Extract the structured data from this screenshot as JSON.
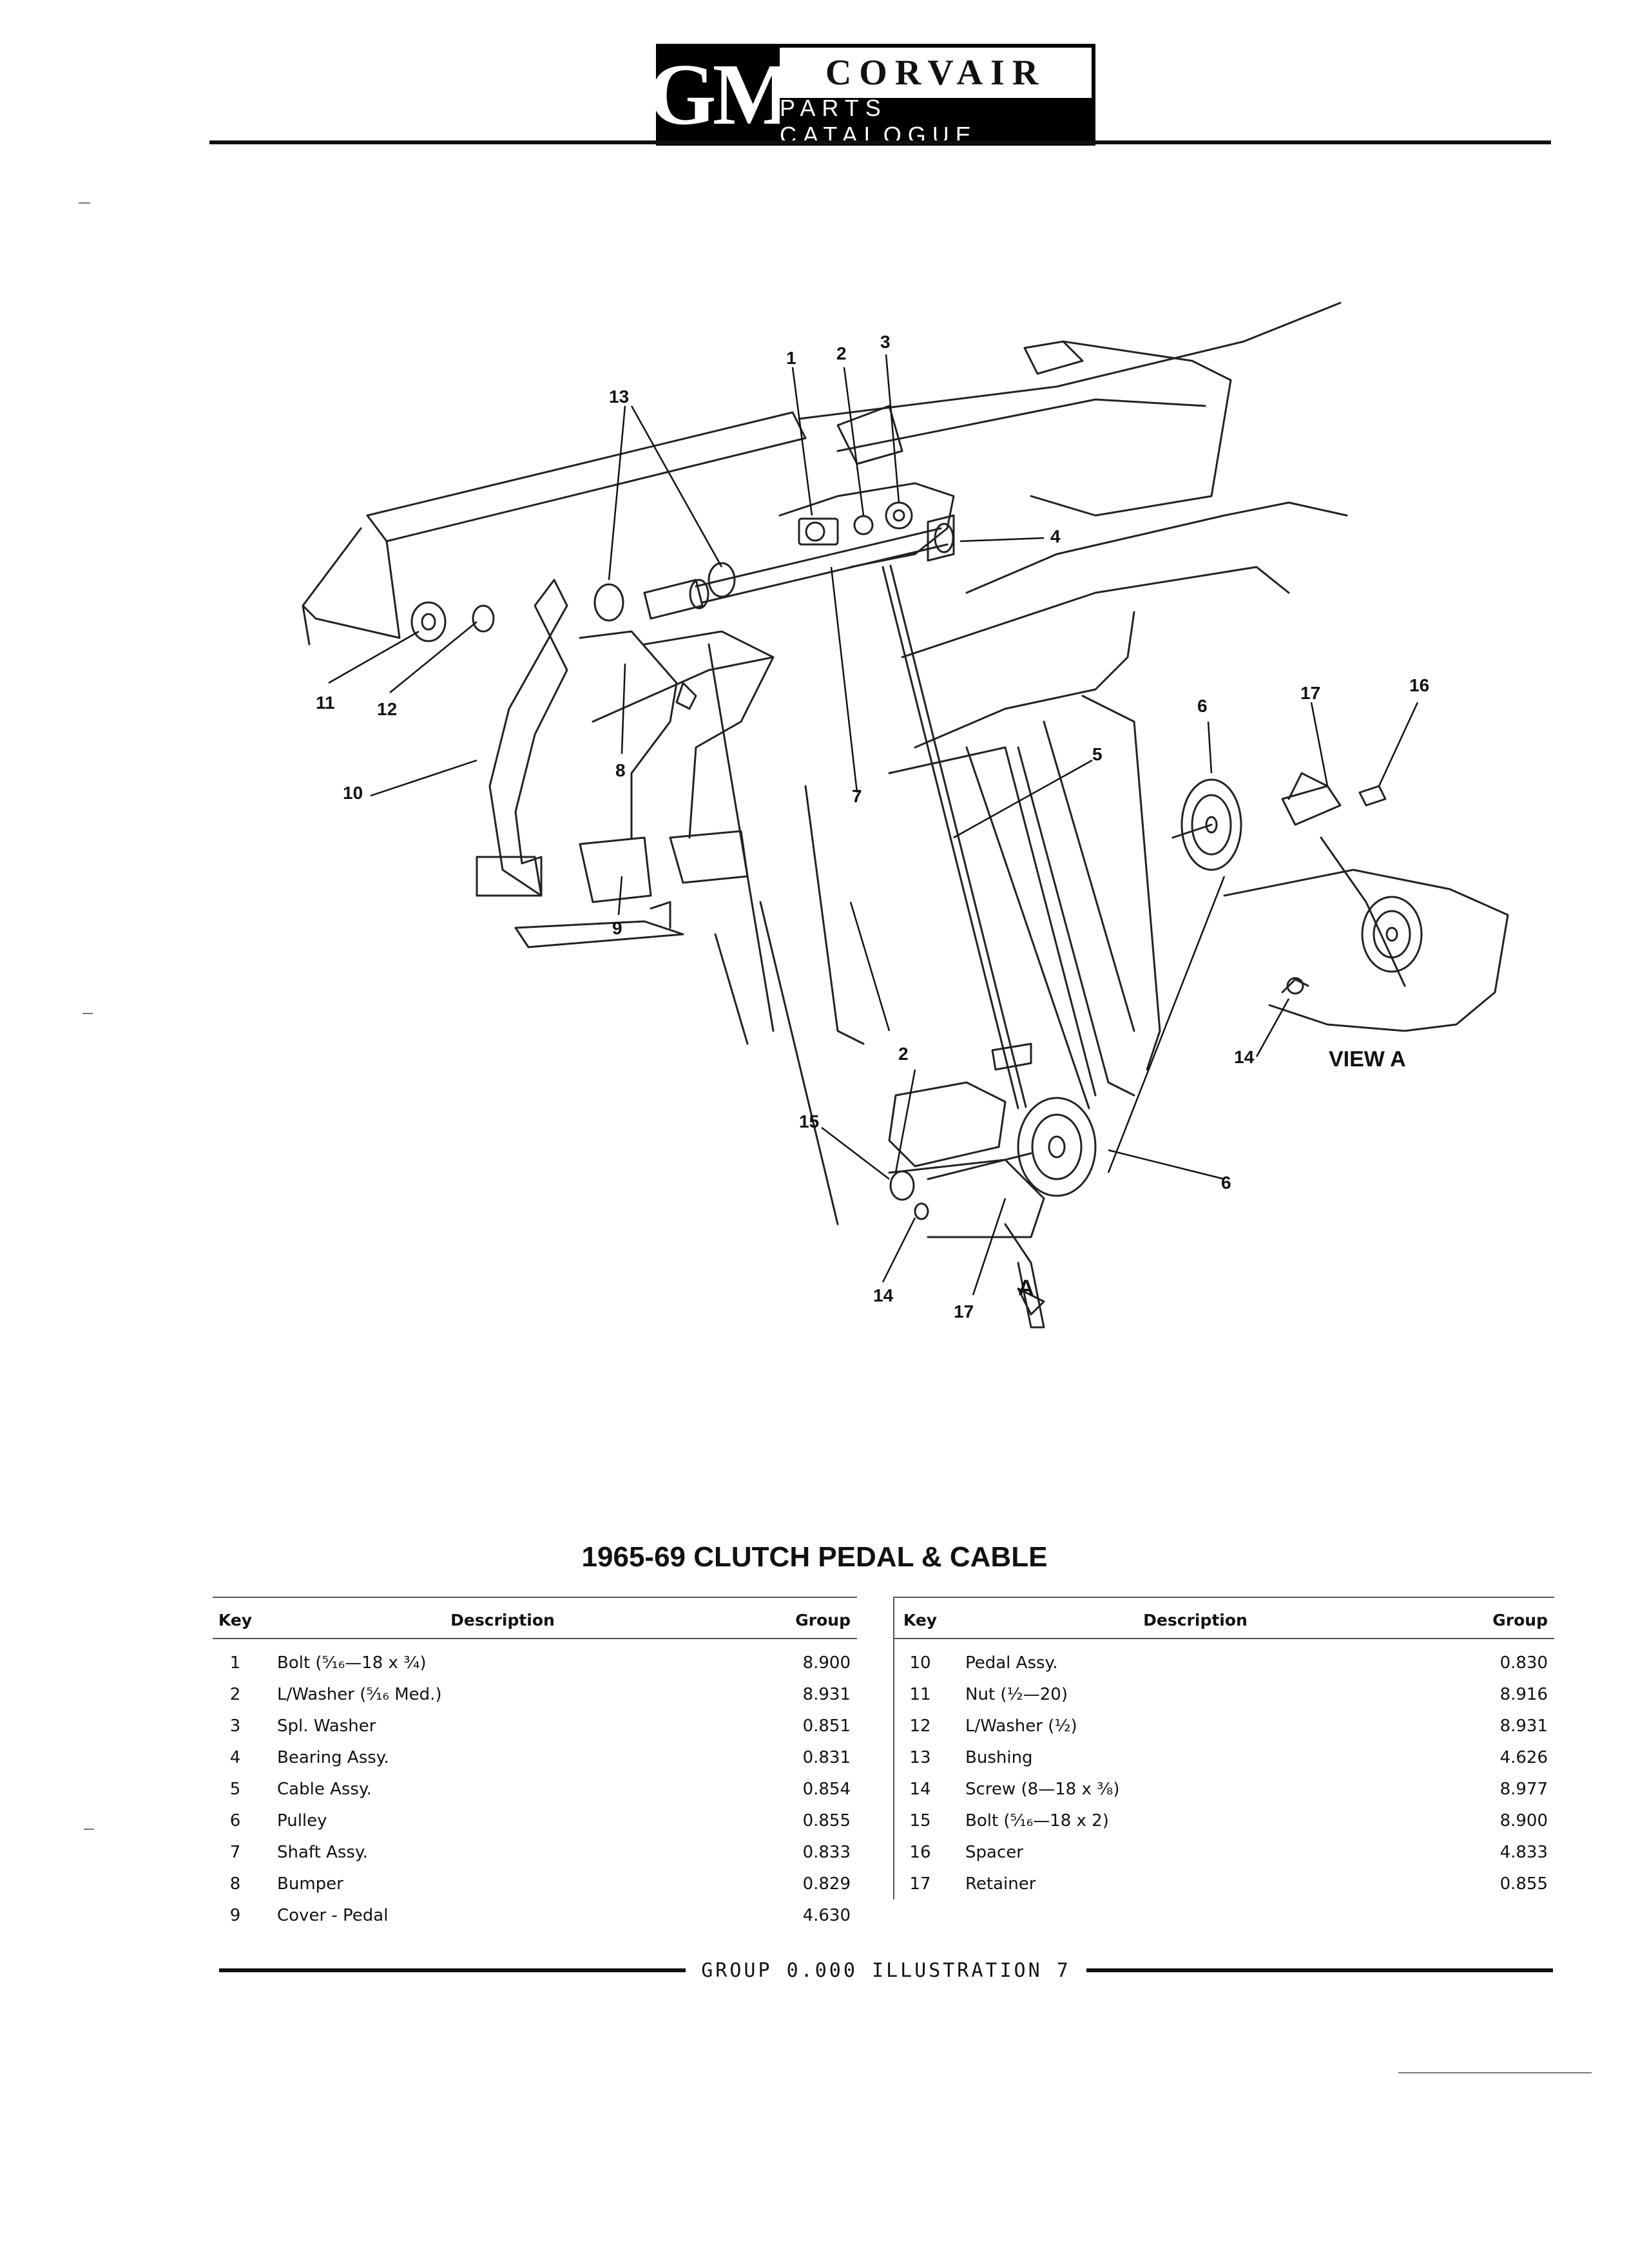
{
  "header": {
    "logo_gm": "GM",
    "logo_corvair": "CORVAIR",
    "logo_catalogue": "PARTS CATALOGUE"
  },
  "diagram": {
    "callouts": [
      "1",
      "2",
      "3",
      "4",
      "5",
      "6",
      "7",
      "8",
      "9",
      "10",
      "11",
      "12",
      "13",
      "14",
      "15",
      "16",
      "17"
    ],
    "view_label": "VIEW A",
    "arrow_label": "A"
  },
  "title": "1965-69 CLUTCH PEDAL & CABLE",
  "table": {
    "headers": {
      "key": "Key",
      "description": "Description",
      "group": "Group"
    },
    "left_rows": [
      {
        "key": "1",
        "desc": "Bolt (⁵⁄₁₆—18 x ³⁄₄)",
        "group": "8.900"
      },
      {
        "key": "2",
        "desc": "L/Washer (⁵⁄₁₆ Med.)",
        "group": "8.931"
      },
      {
        "key": "3",
        "desc": "Spl. Washer",
        "group": "0.851"
      },
      {
        "key": "4",
        "desc": "Bearing Assy.",
        "group": "0.831"
      },
      {
        "key": "5",
        "desc": "Cable Assy.",
        "group": "0.854"
      },
      {
        "key": "6",
        "desc": "Pulley",
        "group": "0.855"
      },
      {
        "key": "7",
        "desc": "Shaft Assy.",
        "group": "0.833"
      },
      {
        "key": "8",
        "desc": "Bumper",
        "group": "0.829"
      },
      {
        "key": "9",
        "desc": "Cover - Pedal",
        "group": "4.630"
      }
    ],
    "right_rows": [
      {
        "key": "10",
        "desc": "Pedal Assy.",
        "group": "0.830"
      },
      {
        "key": "11",
        "desc": "Nut (½—20)",
        "group": "8.916"
      },
      {
        "key": "12",
        "desc": "L/Washer (½)",
        "group": "8.931"
      },
      {
        "key": "13",
        "desc": "Bushing",
        "group": "4.626"
      },
      {
        "key": "14",
        "desc": "Screw (8—18 x ³⁄₈)",
        "group": "8.977"
      },
      {
        "key": "15",
        "desc": "Bolt (⁵⁄₁₆—18 x 2)",
        "group": "8.900"
      },
      {
        "key": "16",
        "desc": "Spacer",
        "group": "4.833"
      },
      {
        "key": "17",
        "desc": "Retainer",
        "group": "0.855"
      }
    ]
  },
  "footer": {
    "text": "GROUP 0.000 ILLUSTRATION 7"
  }
}
